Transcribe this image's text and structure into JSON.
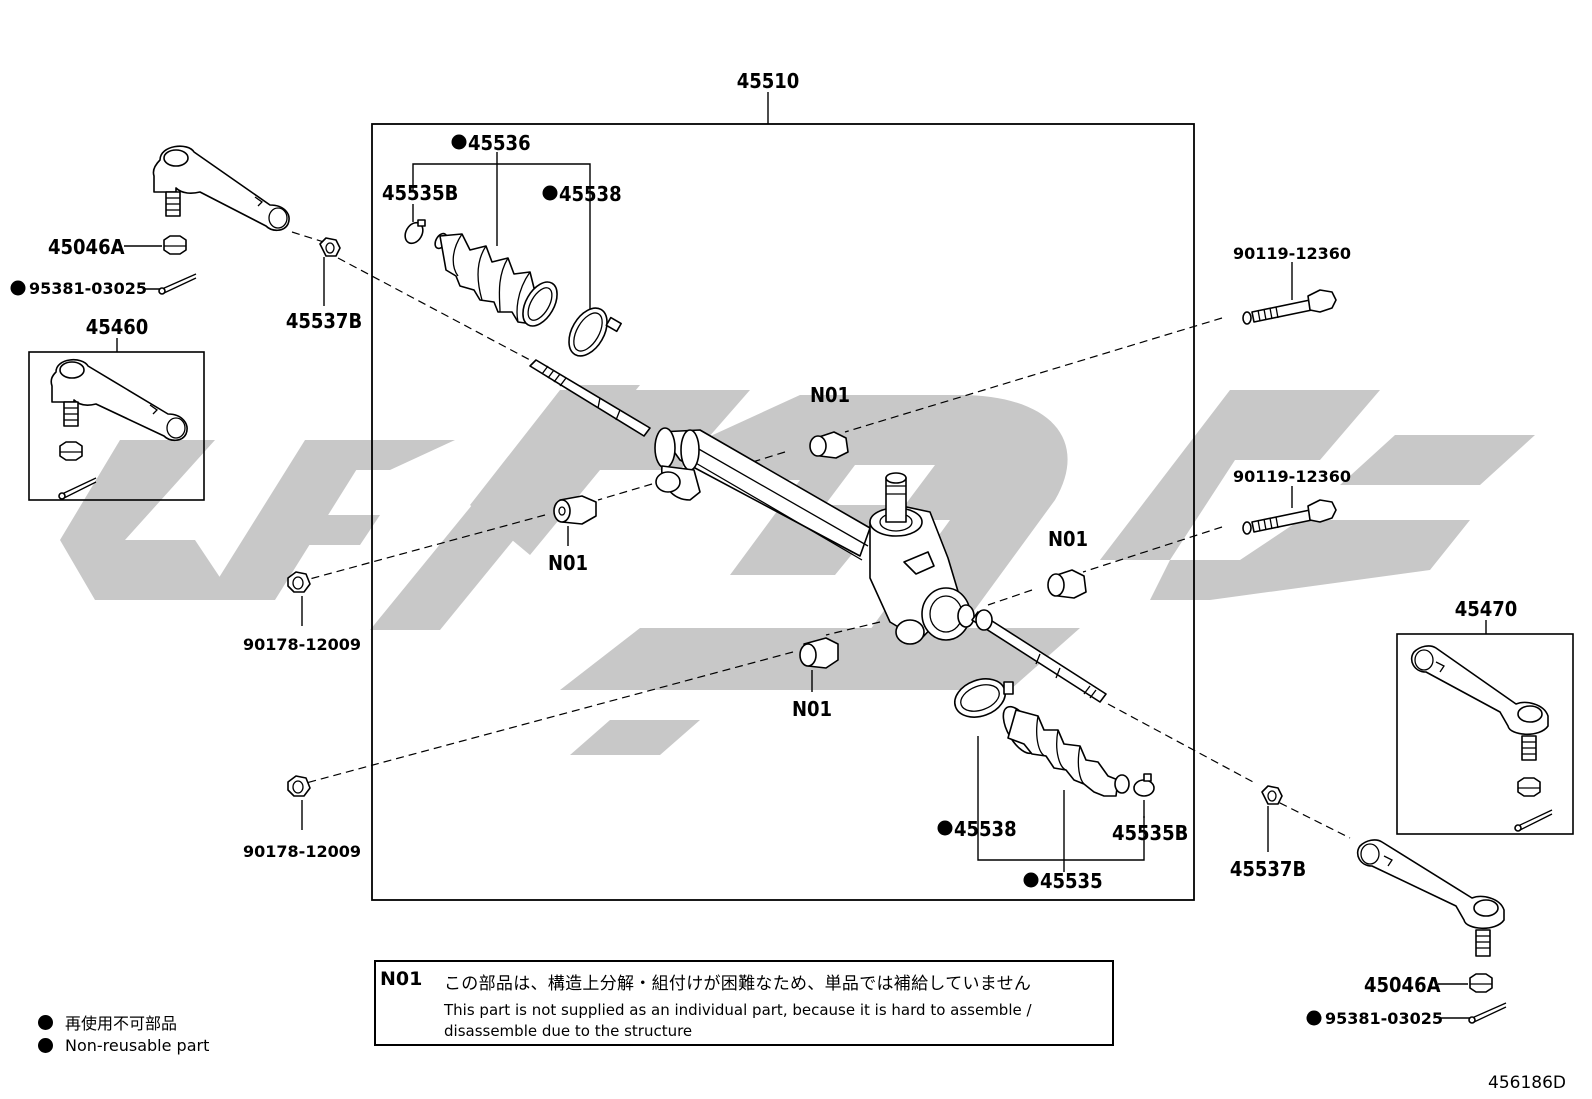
{
  "assembly": {
    "part_number": "45510"
  },
  "callouts": {
    "p45536_top": "45536",
    "p45535b_top": "45535B",
    "p45538_top": "45538",
    "p45046a_left": "45046A",
    "p95381_left": "95381-03025",
    "p45537b_left": "45537B",
    "p45460": "45460",
    "p90119_upper": "90119-12360",
    "p90119_lower": "90119-12360",
    "n01_upper_center": "N01",
    "n01_left": "N01",
    "n01_right": "N01",
    "n01_lower": "N01",
    "p90178_upper": "90178-12009",
    "p90178_lower": "90178-12009",
    "p45470": "45470",
    "p45538_bottom": "45538",
    "p45535b_bottom": "45535B",
    "p45535_bottom": "45535",
    "p45537b_right": "45537B",
    "p45046a_right": "45046A",
    "p95381_right": "95381-03025"
  },
  "note": {
    "code": "N01",
    "japanese": "この部品は、構造上分解・組付けが困難なため、単品では補給していません",
    "english": "This part is not supplied as an individual part, because it is hard to assemble / disassemble  due to the structure"
  },
  "legend": {
    "japanese": "再使用不可部品",
    "english": "Non-reusable part"
  },
  "reference_code": "456186D",
  "icons": {
    "bullet": "filled-circle-icon",
    "watermark": "brand-watermark-icon"
  },
  "colors": {
    "line": "#000000",
    "watermark": "#c8c8c8",
    "background": "#ffffff"
  }
}
